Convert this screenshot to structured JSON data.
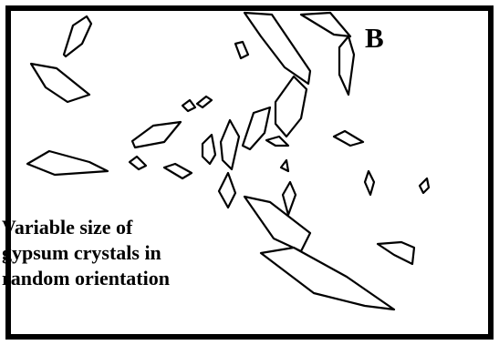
{
  "figure": {
    "panel_label": "B",
    "caption_lines": [
      "Variable size of",
      "gypsum crystals in",
      "random orientation"
    ]
  }
}
